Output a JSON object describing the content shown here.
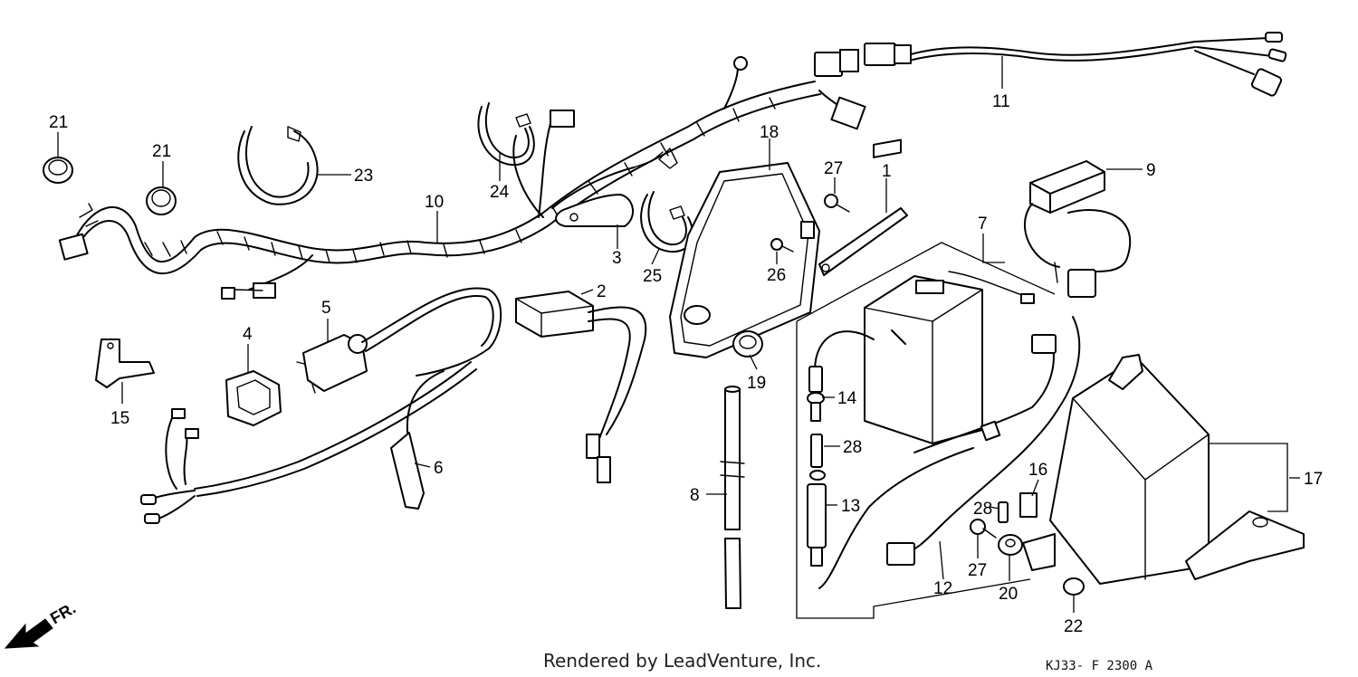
{
  "diagram": {
    "callouts": [
      {
        "id": "21a",
        "text": "21"
      },
      {
        "id": "21b",
        "text": "21"
      },
      {
        "id": "23",
        "text": "23"
      },
      {
        "id": "24",
        "text": "24"
      },
      {
        "id": "10",
        "text": "10"
      },
      {
        "id": "11",
        "text": "11"
      },
      {
        "id": "18",
        "text": "18"
      },
      {
        "id": "27a",
        "text": "27"
      },
      {
        "id": "1",
        "text": "1"
      },
      {
        "id": "9",
        "text": "9"
      },
      {
        "id": "7",
        "text": "7"
      },
      {
        "id": "3",
        "text": "3"
      },
      {
        "id": "25",
        "text": "25"
      },
      {
        "id": "26",
        "text": "26"
      },
      {
        "id": "2",
        "text": "2"
      },
      {
        "id": "5",
        "text": "5"
      },
      {
        "id": "4",
        "text": "4"
      },
      {
        "id": "15",
        "text": "15"
      },
      {
        "id": "19",
        "text": "19"
      },
      {
        "id": "14",
        "text": "14"
      },
      {
        "id": "28a",
        "text": "28"
      },
      {
        "id": "6",
        "text": "6"
      },
      {
        "id": "8",
        "text": "8"
      },
      {
        "id": "13",
        "text": "13"
      },
      {
        "id": "16",
        "text": "16"
      },
      {
        "id": "17",
        "text": "17"
      },
      {
        "id": "28b",
        "text": "28"
      },
      {
        "id": "27b",
        "text": "27"
      },
      {
        "id": "12",
        "text": "12"
      },
      {
        "id": "20",
        "text": "20"
      },
      {
        "id": "22",
        "text": "22"
      }
    ],
    "direction_label": "FR.",
    "credit": "Rendered by LeadVenture, Inc.",
    "diagram_code": "KJ33- F 2300 A"
  }
}
